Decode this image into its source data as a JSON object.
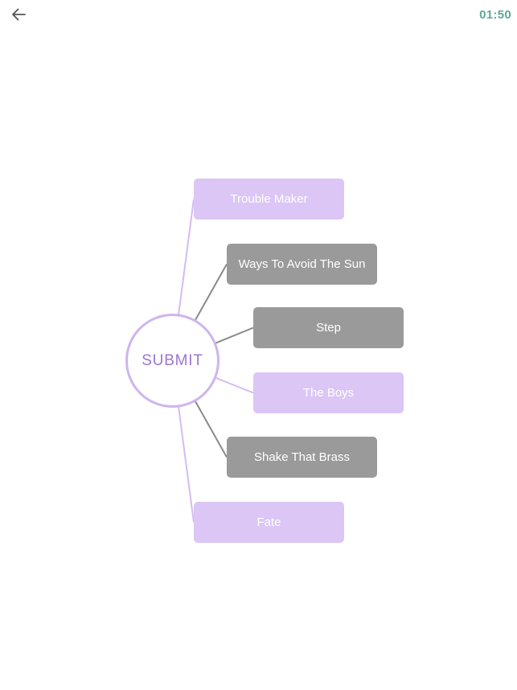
{
  "header": {
    "back_icon": "back-arrow",
    "timer": "01:50"
  },
  "quiz": {
    "center_label": "SUBMIT",
    "options": [
      {
        "label": "Trouble Maker",
        "variant": "purple"
      },
      {
        "label": "Ways To Avoid The Sun",
        "variant": "gray"
      },
      {
        "label": "Step",
        "variant": "gray"
      },
      {
        "label": "The Boys",
        "variant": "purple"
      },
      {
        "label": "Shake That Brass",
        "variant": "gray"
      },
      {
        "label": "Fate",
        "variant": "purple"
      }
    ]
  },
  "colors": {
    "timer_text": "#5CA897",
    "purple_option_bg": "#DBC6F6",
    "gray_option_bg": "#9A9A9A",
    "purple_line": "#D3BCF2",
    "gray_line": "#8A8A8A",
    "circle_border": "#CEB5EE",
    "submit_text": "#9C76CF",
    "option_text": "#FFFFFF",
    "back_arrow": "#545454"
  }
}
